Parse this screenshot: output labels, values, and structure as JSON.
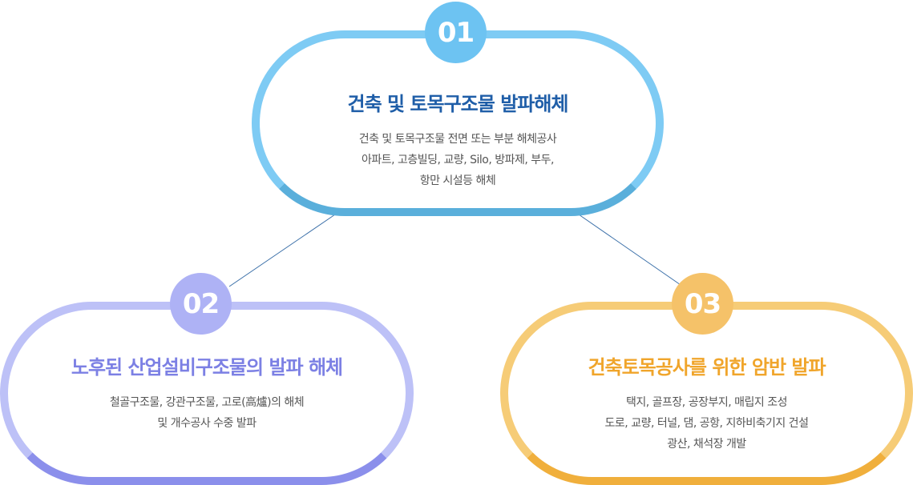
{
  "colors": {
    "card1_top": "#7ECBF4",
    "card1_bottom": "#5AAFDB",
    "card1_title": "#1F5EA8",
    "card1_badge": "#6DC3F2",
    "card2_top": "#BDC1F7",
    "card2_bottom": "#8B8FEB",
    "card2_title": "#7C80E4",
    "card2_badge": "#AEB2F5",
    "card3_top": "#F6CC77",
    "card3_bottom": "#F0AF3C",
    "card3_title": "#F0A52B",
    "card3_badge": "#F5C269",
    "connector": "#3A6FA8"
  },
  "cards": [
    {
      "number": "01",
      "title": "건축 및 토목구조물 발파해체",
      "lines": [
        "건축 및 토목구조물 전면 또는 부분 해체공사",
        "아파트, 고층빌딩, 교량, Silo, 방파제, 부두,",
        "항만 시설등 해체"
      ]
    },
    {
      "number": "02",
      "title": "노후된 산업설비구조물의 발파 해체",
      "lines": [
        "철골구조물, 강관구조물, 고로(高爐)의 해체",
        "및 개수공사 수중 발파"
      ]
    },
    {
      "number": "03",
      "title": "건축토목공사를 위한 암반 발파",
      "lines": [
        "택지, 골프장, 공장부지, 매립지 조성",
        "도로, 교량, 터널, 댐, 공항, 지하비축기지 건설",
        "광산, 채석장 개발"
      ]
    }
  ]
}
